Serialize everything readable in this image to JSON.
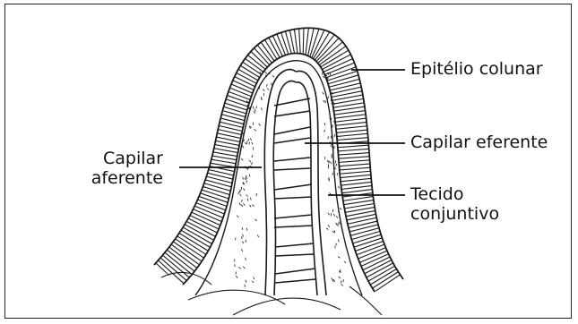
{
  "labels": {
    "epitelio": "Epitélio colunar",
    "capilar_eferente": "Capilar eferente",
    "tecido_line1": "Tecido",
    "tecido_line2": "conjuntivo",
    "capilar_aferente_line1": "Capilar",
    "capilar_aferente_line2": "aferente"
  },
  "colors": {
    "ink": "#1a1a1a",
    "background": "#ffffff"
  }
}
